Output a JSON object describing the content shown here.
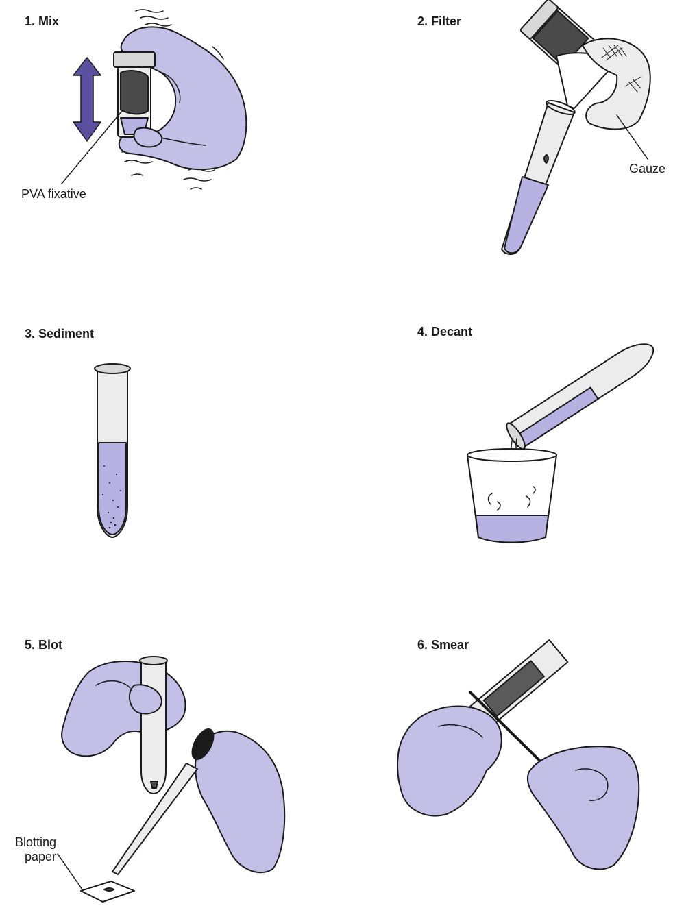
{
  "steps": [
    {
      "title": "1. Mix",
      "callout": "PVA fixative"
    },
    {
      "title": "2. Filter",
      "callout": "Gauze"
    },
    {
      "title": "3. Sediment"
    },
    {
      "title": "4. Decant"
    },
    {
      "title": "5. Blot",
      "callout_line1": "Blotting",
      "callout_line2": "paper"
    },
    {
      "title": "6. Smear"
    }
  ],
  "colors": {
    "glove": "#c3bfe6",
    "glove_shadow": "#a9a4d6",
    "liquid": "#b8b2e2",
    "arrow": "#5b4fa0",
    "outline": "#1a1a1a",
    "glass": "#ececec"
  }
}
